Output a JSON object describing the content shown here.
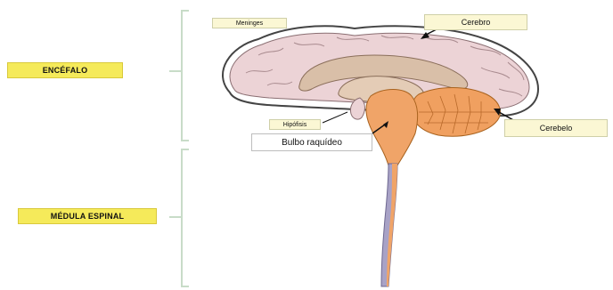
{
  "labels": {
    "encefalo": "ENCÉFALO",
    "medula_espinal": "MÉDULA ESPINAL",
    "meninges": "Meninges",
    "cerebro": "Cerebro",
    "hipofisis": "Hipófisis",
    "bulbo_raquideo": "Bulbo raquídeo",
    "cerebelo": "Cerebelo"
  },
  "colors": {
    "label_yellow": "#f5ea5a",
    "label_cream": "#fbf7d4",
    "cerebrum": "#ecd3d6",
    "brainstem": "#f0a468",
    "cerebellum": "#f0a060",
    "spinal_cord": "#a8a2c6",
    "bracket": "#c8dcc8"
  },
  "icons": {
    "pointer": "arrow-icon"
  }
}
